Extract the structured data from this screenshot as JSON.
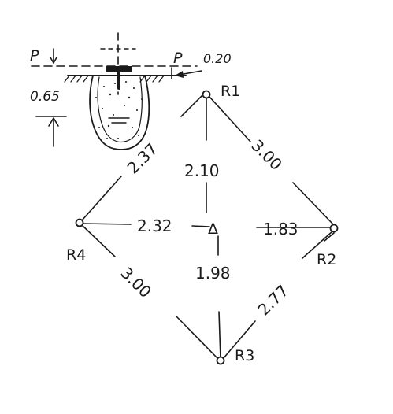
{
  "section": {
    "cut_label_left": "P",
    "cut_label_right": "P",
    "top_offset": "0.20",
    "depth": "0.65"
  },
  "station": {
    "symbol": "Δ"
  },
  "references": [
    {
      "id": "R1",
      "label": "R1"
    },
    {
      "id": "R2",
      "label": "R2"
    },
    {
      "id": "R3",
      "label": "R3"
    },
    {
      "id": "R4",
      "label": "R4"
    }
  ],
  "distances": {
    "radial": {
      "to_r1": "2.10",
      "to_r2": "1.83",
      "to_r3": "1.98",
      "to_r4": "2.32"
    },
    "perimeter": {
      "r4_r1": "2.37",
      "r1_r2": "3.00",
      "r2_r3": "2.77",
      "r3_r4": "3.00"
    }
  }
}
